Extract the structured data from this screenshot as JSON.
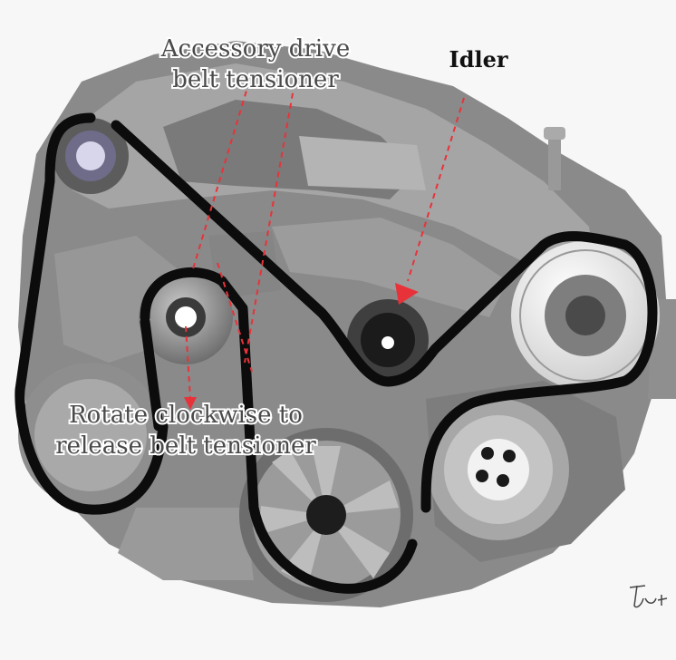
{
  "labels": {
    "tensioner_line1": "Accessory drive",
    "tensioner_line2": "belt tensioner",
    "idler": "Idler",
    "rotate_line1": "Rotate clockwise to",
    "rotate_line2": "release belt tensioner"
  },
  "colors": {
    "engine_dark": "#6e6e6e",
    "engine_mid": "#8d8d8d",
    "engine_light": "#b5b5b5",
    "belt": "#0c0c0c",
    "arrow": "#e8323a",
    "pulley_face": "#9a9a9a"
  },
  "icons": {
    "signature": "handwritten-signature"
  }
}
